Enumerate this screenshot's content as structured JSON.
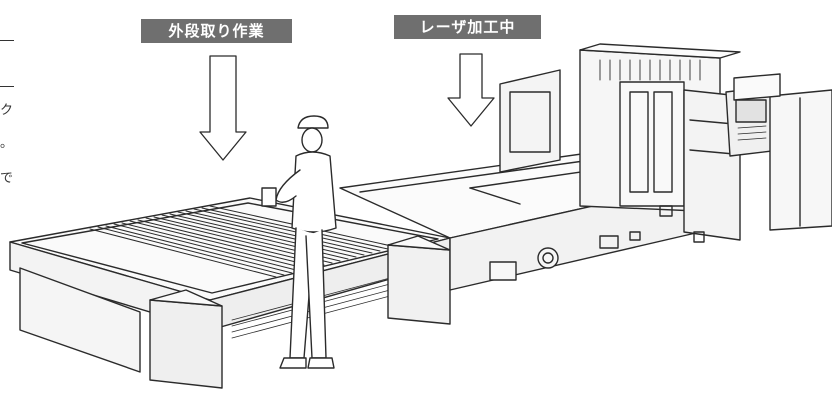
{
  "labels": {
    "left_tag": "外段取り作業",
    "right_tag": "レーザ加工中"
  },
  "margin_fragments": [
    "ク",
    "。",
    "で"
  ],
  "colors": {
    "tag_background": "#6f6f6f",
    "tag_text": "#ffffff",
    "line_art": "#2b2b2b"
  },
  "icons": [
    "down-arrow-outline-icon",
    "down-arrow-outline-icon"
  ]
}
